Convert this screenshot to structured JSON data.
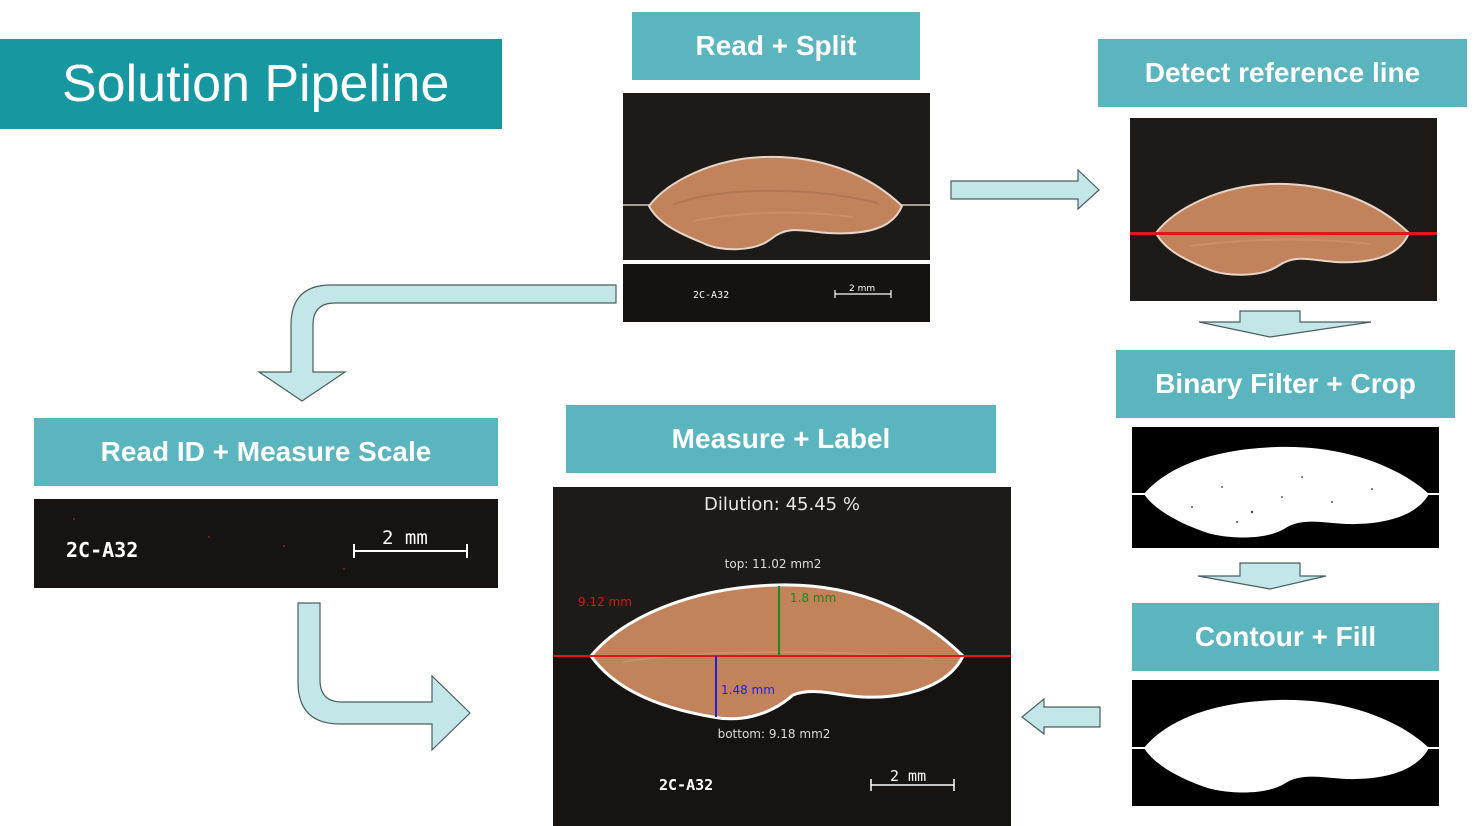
{
  "title": "Solution Pipeline",
  "steps": {
    "read_split": "Read + Split",
    "detect_reference": "Detect reference line",
    "binary_filter": "Binary Filter + Crop",
    "contour_fill": "Contour + Fill",
    "measure_label": "Measure + Label",
    "read_id": "Read ID + Measure Scale"
  },
  "sample": {
    "id": "2C-A32",
    "scale": "2 mm"
  },
  "measurement": {
    "dilution": "Dilution: 45.45 %",
    "top_area": "top: 11.02 mm2",
    "bottom_area": "bottom: 9.18 mm2",
    "width": "9.12 mm",
    "height_top": "1.8 mm",
    "height_bottom": "1.48 mm"
  },
  "colors": {
    "title_bg": "#17979f",
    "step_bg": "#5bb5be",
    "arrow_fill": "#c3e6e8",
    "arrow_stroke": "#4b5e60",
    "reference_line": "#e0161a",
    "width_label": "#d11a1a",
    "height_top_line": "#1a8a1a",
    "height_bottom_line": "#2020d8"
  }
}
